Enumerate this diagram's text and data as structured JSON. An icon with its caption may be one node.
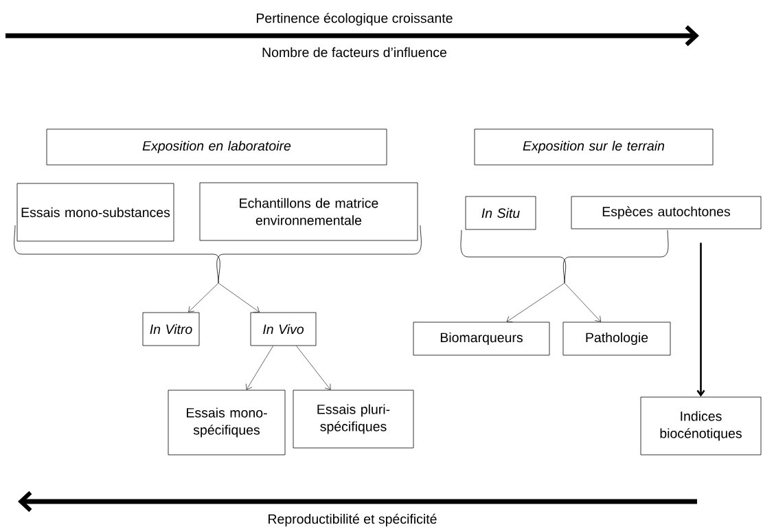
{
  "diagram": {
    "nodes": [
      {
        "text": [
          "Exposition en laboratoire"
        ]
      },
      {
        "text": [
          "Exposition sur le terrain"
        ]
      },
      {
        "text": [
          "Essais mono-substances"
        ]
      },
      {
        "text": [
          "Echantillons de matrice environnementale"
        ]
      },
      {
        "text": [
          "In Situ"
        ]
      },
      {
        "text": [
          "Espèces autochtones"
        ]
      },
      {
        "text": [],
        "shape": "brace"
      },
      {
        "text": [],
        "shape": "brace"
      },
      {
        "text": [
          "In Vitro"
        ]
      },
      {
        "text": [
          "In Vivo"
        ]
      },
      {
        "text": [
          "Biomarqueurs"
        ]
      },
      {
        "text": [
          "Pathologie"
        ]
      },
      {
        "text": [
          "Essais mono-spécifiques"
        ]
      },
      {
        "text": [
          "Essais pluri-spécifiques"
        ]
      },
      {
        "text": [
          "Indices biocénotiques"
        ]
      }
    ],
    "edges": [
      {
        "from": 6,
        "to": 8,
        "arrow": "to"
      },
      {
        "from": 6,
        "to": 9,
        "arrow": "to"
      },
      {
        "from": 7,
        "to": 10,
        "arrow": "to"
      },
      {
        "from": 7,
        "to": 11,
        "arrow": "to"
      },
      {
        "from": 9,
        "to": 12,
        "arrow": "to"
      },
      {
        "from": 9,
        "to": 13,
        "arrow": "to"
      },
      {
        "from": 5,
        "to": 14,
        "arrow": "to",
        "style": "thick"
      }
    ],
    "labels": [
      "Pertinence écologique croissante",
      "Nombre de facteurs d’influence",
      "Reproductibilité et spécificité"
    ]
  }
}
